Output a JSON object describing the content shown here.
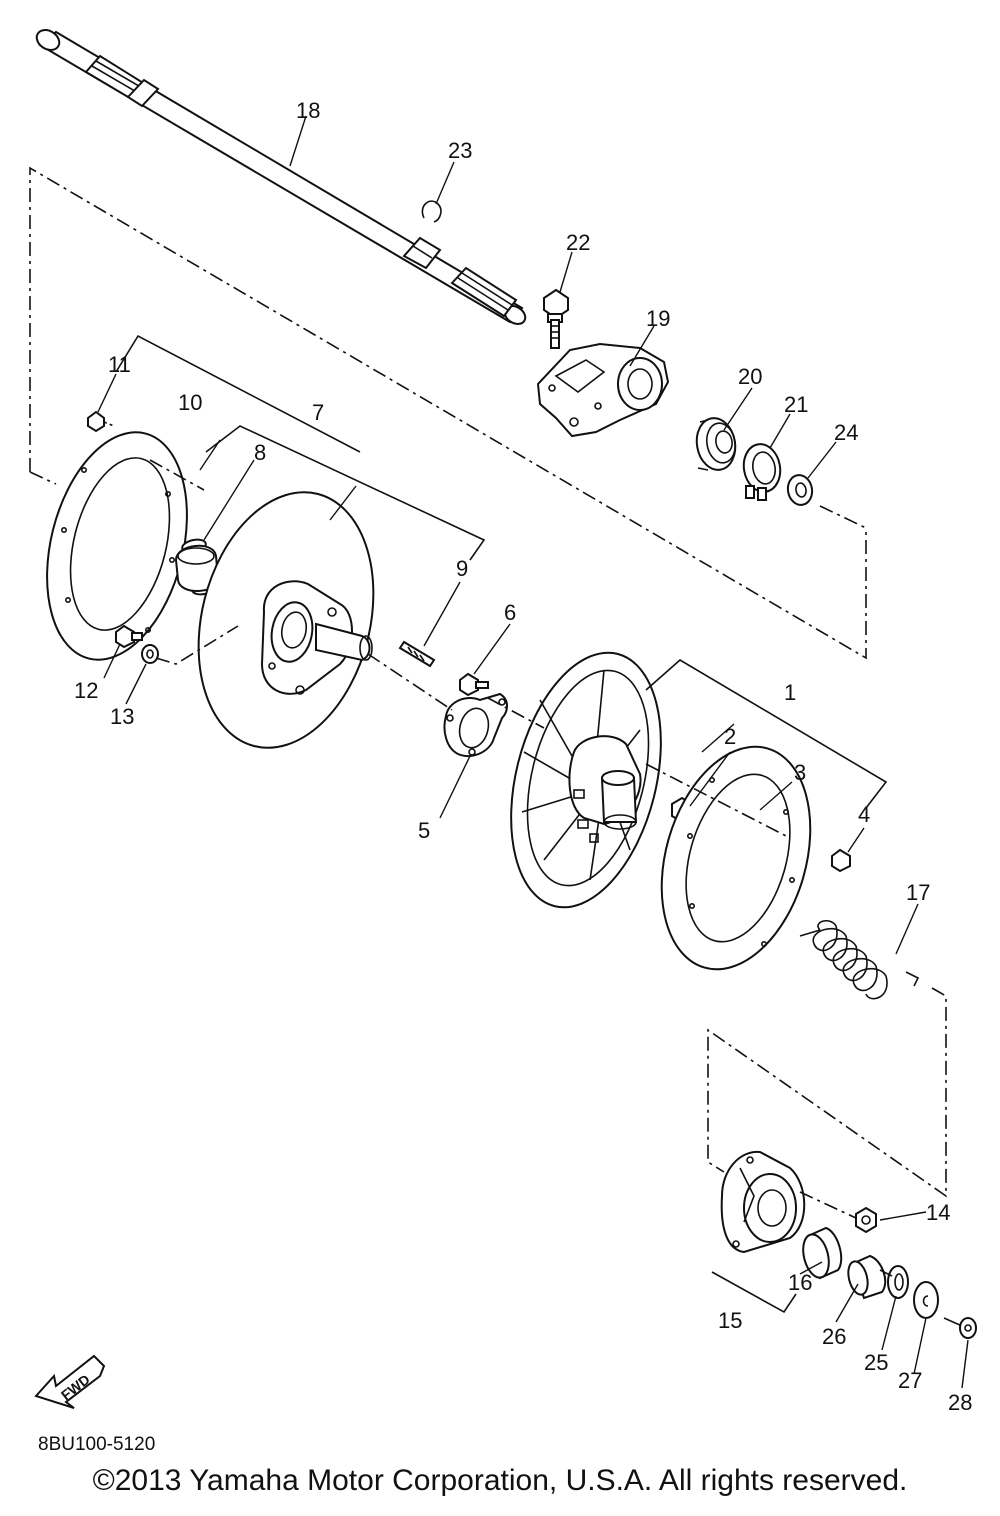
{
  "diagram": {
    "diagram_code": "8BU100-5120",
    "copyright": "©2013 Yamaha Motor Corporation, U.S.A. All rights reserved.",
    "fwd_label": "FWD",
    "callouts": [
      "1",
      "2",
      "3",
      "4",
      "5",
      "6",
      "7",
      "8",
      "9",
      "10",
      "11",
      "12",
      "13",
      "14",
      "15",
      "16",
      "17",
      "18",
      "19",
      "20",
      "21",
      "22",
      "23",
      "24",
      "25",
      "26",
      "27",
      "28"
    ]
  }
}
